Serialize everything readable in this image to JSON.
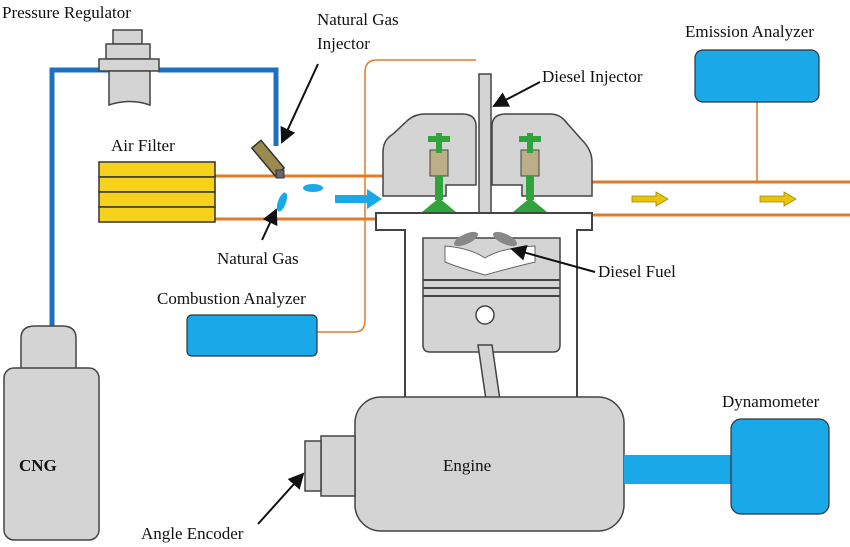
{
  "labels": {
    "pressure_regulator": "Pressure Regulator",
    "natural_gas_injector_line1": "Natural Gas",
    "natural_gas_injector_line2": "Injector",
    "diesel_injector": "Diesel Injector",
    "emission_analyzer": "Emission Analyzer",
    "air_filter": "Air Filter",
    "natural_gas": "Natural Gas",
    "diesel_fuel": "Diesel Fuel",
    "combustion_analyzer": "Combustion Analyzer",
    "cng": "CNG",
    "engine": "Engine",
    "dynamometer": "Dynamometer",
    "angle_encoder": "Angle Encoder"
  },
  "colors": {
    "gas_line": "#1f6fc1",
    "intake_pipe": "#e07b2a",
    "analyzer_box": "#1aa9e8",
    "air_filter": "#f7d21c",
    "component_gray": "#d4d4d4",
    "valve_green": "#2ea43a"
  }
}
